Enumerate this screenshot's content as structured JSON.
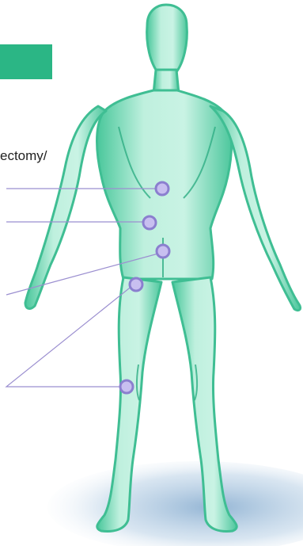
{
  "header": {
    "partial_text": ""
  },
  "labels": {
    "partial_caption": "ectomy/"
  },
  "colors": {
    "accent": "#2bb685",
    "body_light": "#c8f1e3",
    "body_mid": "#7fdcb8",
    "body_dark": "#3fbe93",
    "marker": "#9b8fd0",
    "leader_line": "#9b8fd0",
    "shadow": "#8fb3d2"
  },
  "markers": [
    {
      "id": "marker-upper-abdomen"
    },
    {
      "id": "marker-mid-abdomen"
    },
    {
      "id": "marker-lower-abdomen"
    },
    {
      "id": "marker-upper-thigh"
    },
    {
      "id": "marker-knee"
    }
  ]
}
